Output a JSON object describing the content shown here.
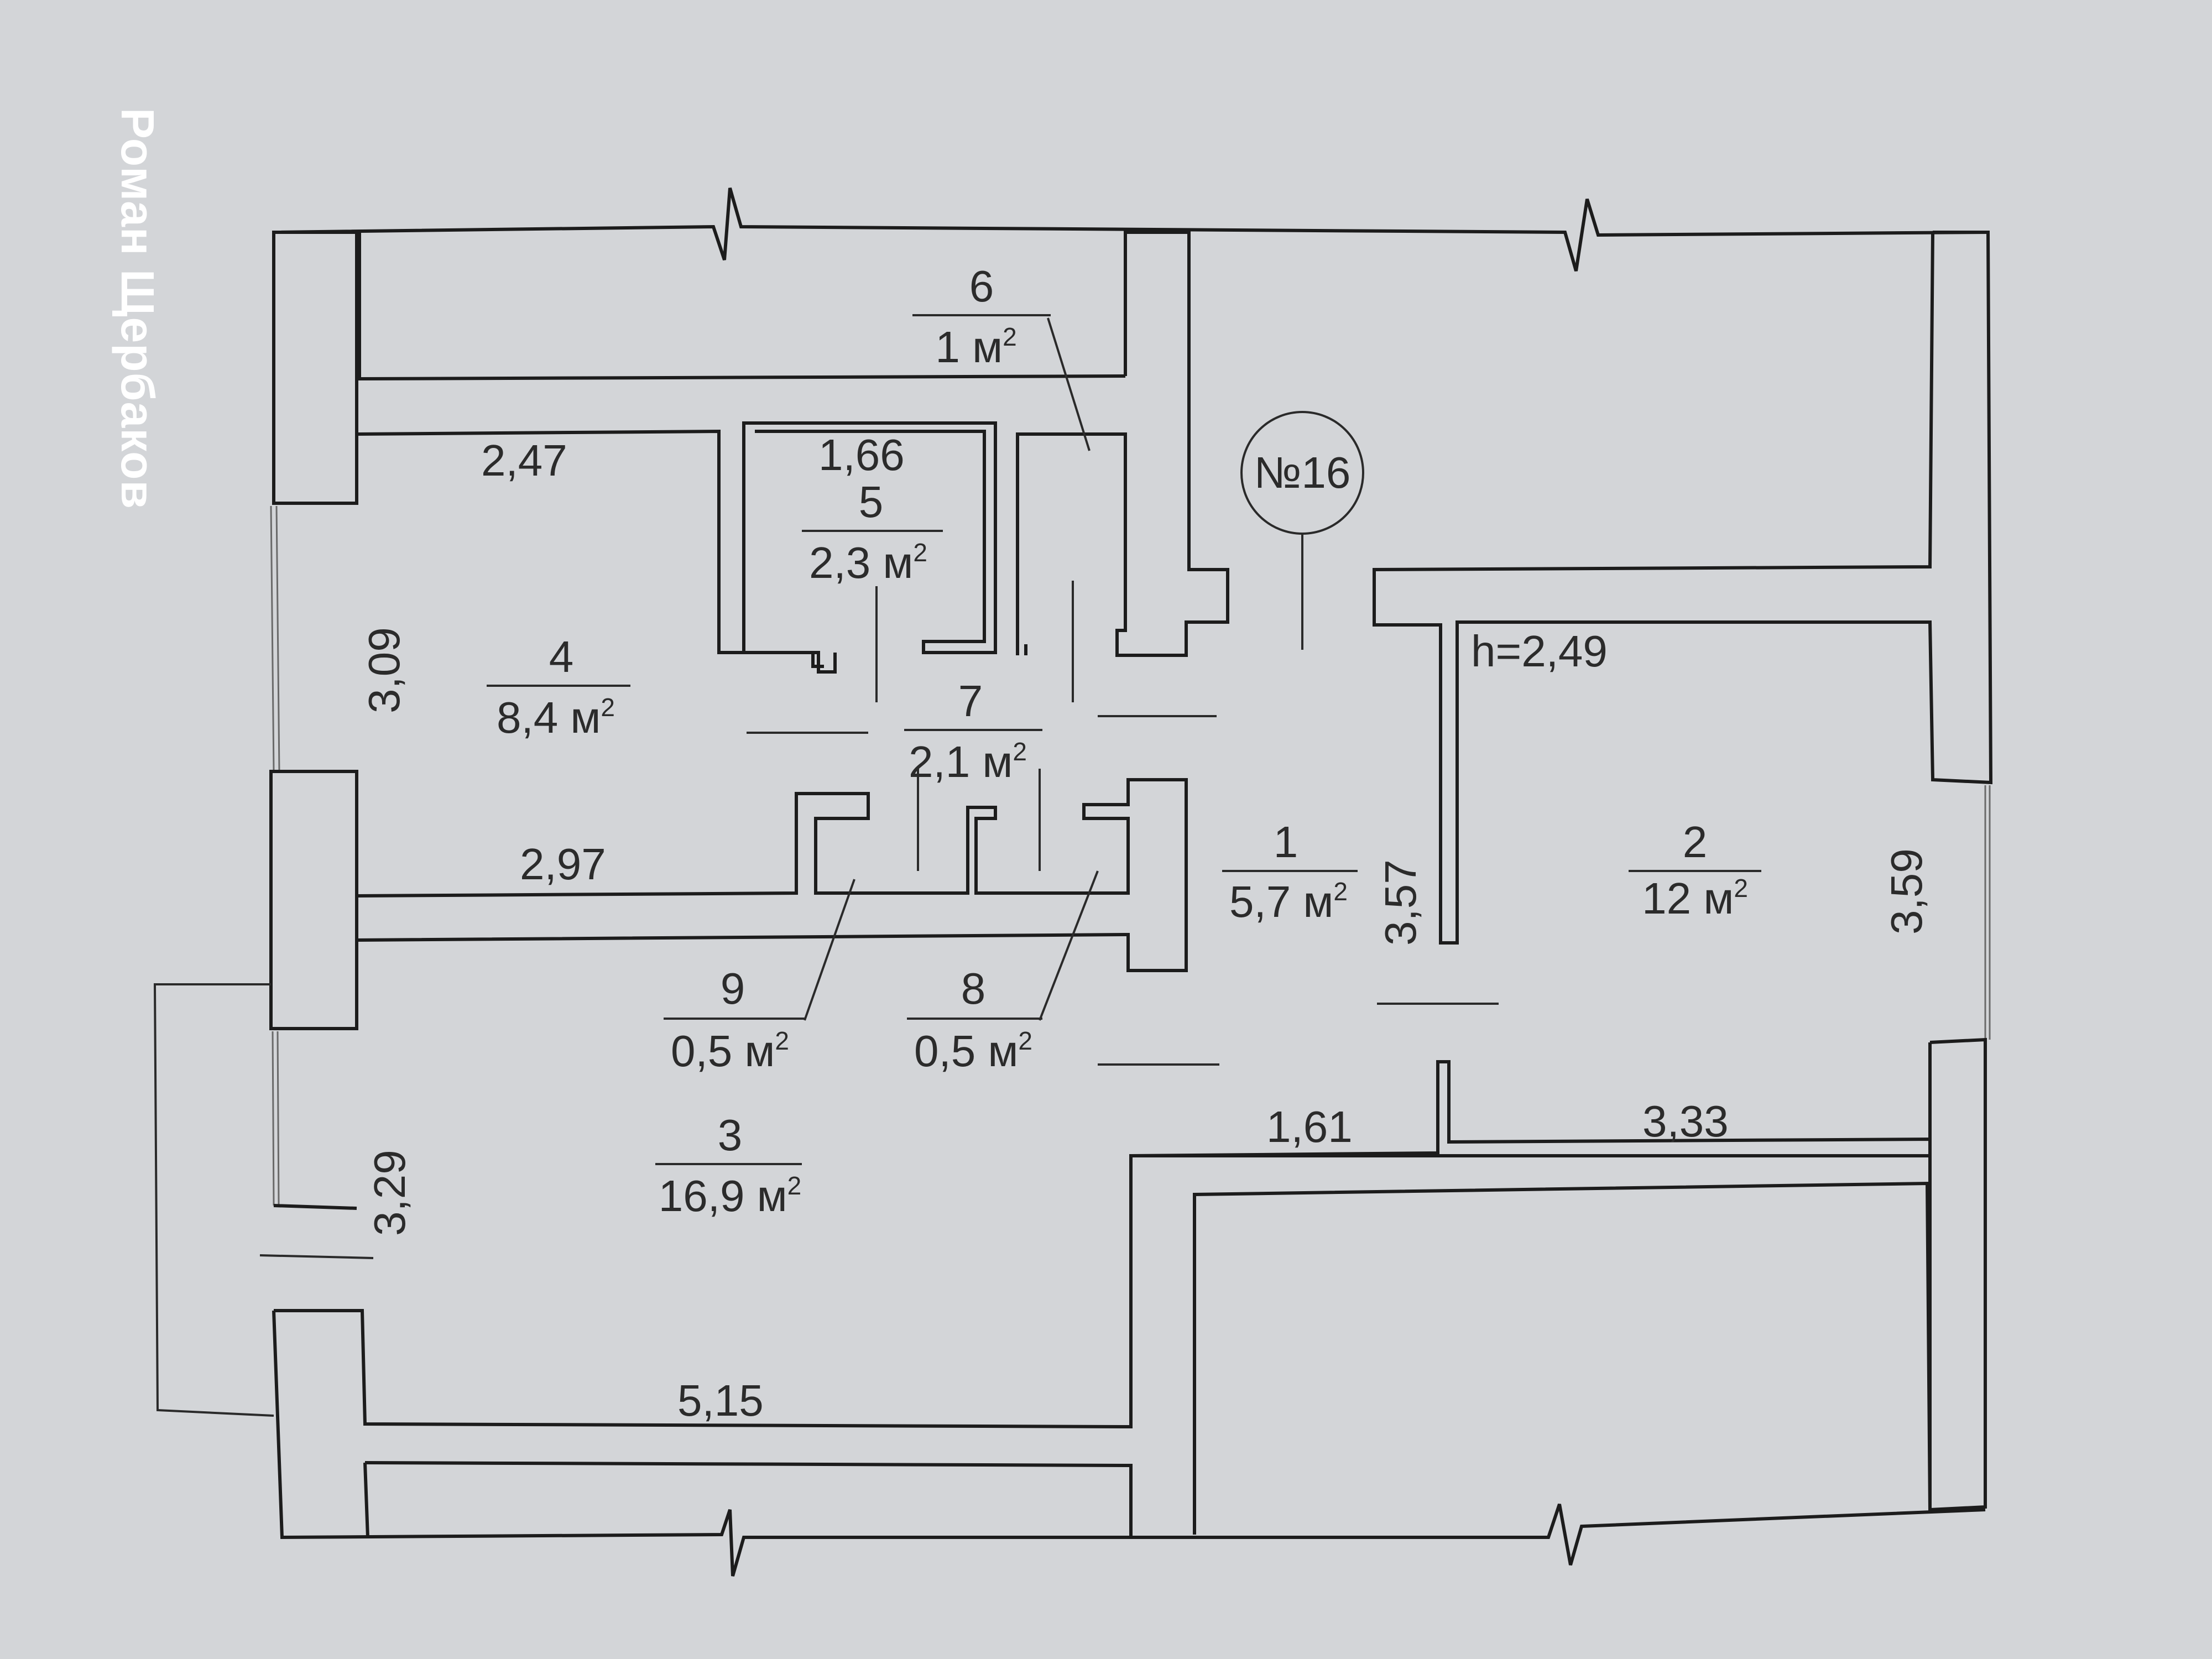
{
  "watermark": "Роман Щербаков",
  "apartment_badge": "№16",
  "ceiling_height": "h=2,49",
  "area_unit": "м",
  "area_unit_power": "2",
  "rooms": [
    {
      "number": "1",
      "area": "5,7"
    },
    {
      "number": "2",
      "area": "12"
    },
    {
      "number": "3",
      "area": "16,9"
    },
    {
      "number": "4",
      "area": "8,4"
    },
    {
      "number": "5",
      "area": "2,3"
    },
    {
      "number": "6",
      "area": "1"
    },
    {
      "number": "7",
      "area": "2,1"
    },
    {
      "number": "8",
      "area": "0,5"
    },
    {
      "number": "9",
      "area": "0,5"
    }
  ],
  "dimensions": {
    "room4_top": "2,47",
    "room4_left": "3,09",
    "room4_bottom": "2,97",
    "room5_top": "1,66",
    "room3_left": "3,29",
    "room3_bottom": "5,15",
    "hall_bottom": "1,61",
    "hall_side": "3,57",
    "room2_bottom": "3,33",
    "room2_right": "3,59"
  }
}
